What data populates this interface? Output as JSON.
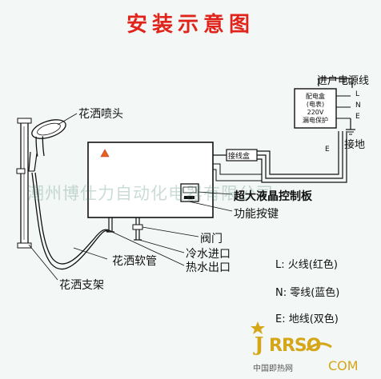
{
  "title": "安装示意图",
  "labels": {
    "shower_head": "花洒喷头",
    "power_line": "进户电源线",
    "junction_box": "接线盒",
    "lcd_panel": "超大液晶控制板",
    "function_key": "功能按键",
    "valve": "阀门",
    "shower_hose": "花洒软管",
    "cold_in": "冷水进口",
    "hot_out": "热水出口",
    "shower_bracket": "花洒支架",
    "ground": "接地"
  },
  "distribution_box": {
    "line1": "配电盒",
    "line2": "(电表)",
    "line3": "220V",
    "line4": "漏电保护"
  },
  "terminals": [
    "L",
    "N",
    "E"
  ],
  "wire_tag": "E",
  "legend": [
    "L: 火线(红色)",
    "N: 零线(蓝色)",
    "E: 地线(双色)"
  ],
  "watermark": "潮州博仕力自动化电器有限公司",
  "footer": {
    "logo_text": "RRSO",
    "logo_j": "J",
    "logo_suffix": "COM",
    "caption": "中国即热网"
  },
  "colors": {
    "title": "#e0241b",
    "logo": "#d6a619",
    "watermark": "#4a8a70"
  }
}
